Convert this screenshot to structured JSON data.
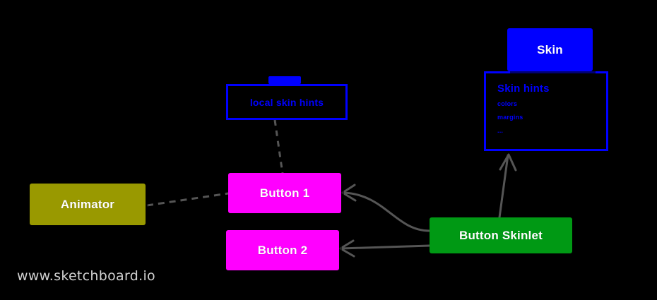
{
  "diagram": {
    "background_color": "#000000",
    "watermark": "www.sketchboard.io",
    "nodes": {
      "skin": {
        "label": "Skin",
        "color": "#0000ff",
        "text_color": "#ffffff",
        "style": "filled"
      },
      "skin_hints": {
        "title": "Skin hints",
        "color": "#0000ff",
        "style": "outlined",
        "items": [
          "colors",
          "margins",
          "..."
        ]
      },
      "local_skin_hints": {
        "label": "local skin hints",
        "color": "#0000ff",
        "style": "outlined-note"
      },
      "animator": {
        "label": "Animator",
        "color": "#999900",
        "text_color": "#ffffff",
        "style": "filled"
      },
      "button1": {
        "label": "Button 1",
        "color": "#ff00ff",
        "text_color": "#ffffff",
        "style": "filled"
      },
      "button2": {
        "label": "Button 2",
        "color": "#ff00ff",
        "text_color": "#ffffff",
        "style": "filled"
      },
      "button_skinlet": {
        "label": "Button Skinlet",
        "color": "#009914",
        "text_color": "#ffffff",
        "style": "filled"
      }
    },
    "edges": [
      {
        "name": "animator-to-button1",
        "from": "animator",
        "to": "button1",
        "style": "dashed",
        "arrow": false,
        "color": "#555555"
      },
      {
        "name": "localhints-to-button1",
        "from": "local_skin_hints",
        "to": "button1",
        "style": "dashed",
        "arrow": false,
        "color": "#555555"
      },
      {
        "name": "skinlet-to-button1",
        "from": "button_skinlet",
        "to": "button1",
        "style": "solid-curved",
        "arrow": true,
        "color": "#555555"
      },
      {
        "name": "skinlet-to-button2",
        "from": "button_skinlet",
        "to": "button2",
        "style": "solid",
        "arrow": true,
        "color": "#555555"
      },
      {
        "name": "skinlet-to-skinhints",
        "from": "button_skinlet",
        "to": "skin_hints",
        "style": "solid",
        "arrow": true,
        "color": "#555555"
      }
    ]
  }
}
